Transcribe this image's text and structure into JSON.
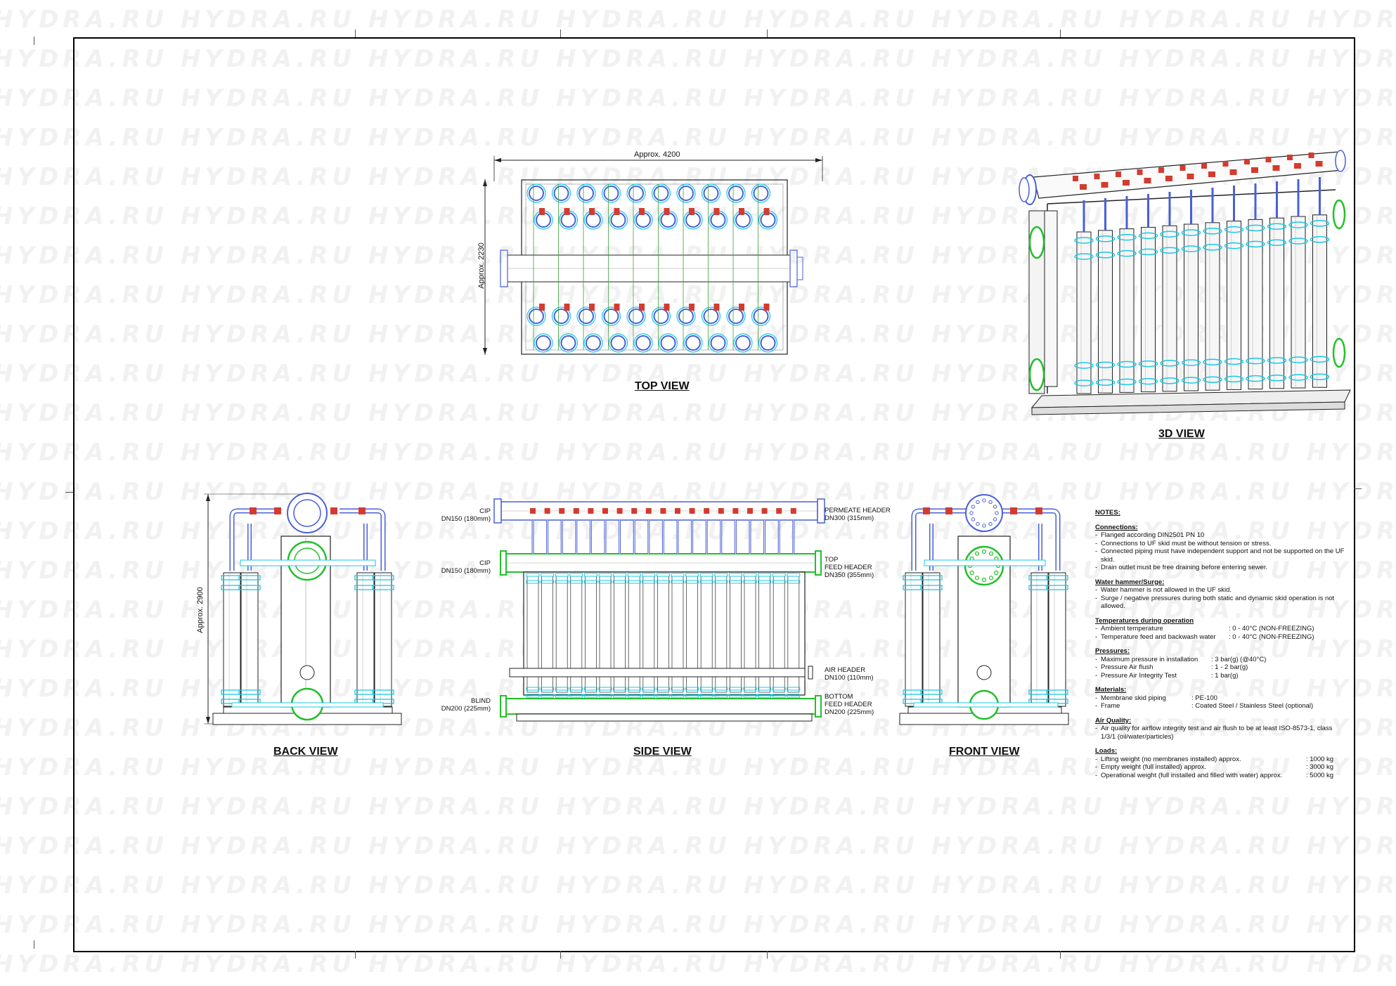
{
  "watermark": "HYDRA.RU HYDRA.RU HYDRA.RU HYDRA.RU HYDRA.RU HYDRA.RU HYDRA.RU HYDRA.RU HYDRA.RU",
  "views": {
    "top": {
      "title": "TOP VIEW",
      "dim_width": "Approx. 4200",
      "dim_height": "Approx. 2230"
    },
    "three_d": {
      "title": "3D VIEW"
    },
    "back": {
      "title": "BACK VIEW",
      "dim_height": "Approx. 2900"
    },
    "side": {
      "title": "SIDE VIEW",
      "labels": {
        "cip_top_1": "CIP",
        "cip_top_2": "DN150 (180mm)",
        "cip_mid_1": "CIP",
        "cip_mid_2": "DN150 (180mm)",
        "blind_1": "BLIND",
        "blind_2": "DN200 (225mm)",
        "permeate_1": "PERMEATE HEADER",
        "permeate_2": "DN300 (315mm)",
        "topfeed_1": "TOP",
        "topfeed_2": "FEED HEADER",
        "topfeed_3": "DN350 (355mm)",
        "air_1": "AIR HEADER",
        "air_2": "DN100 (110mm)",
        "bottom_1": "BOTTOM",
        "bottom_2": "FEED HEADER",
        "bottom_3": "DN200 (225mm)"
      }
    },
    "front": {
      "title": "FRONT VIEW"
    }
  },
  "notes": {
    "title": "NOTES:",
    "connections": {
      "heading": "Connections:",
      "items": [
        "Flanged according DIN2501 PN 10",
        "Connections to UF skid must be without tension or stress.",
        "Connected piping must have independent support and not be supported on the UF skid.",
        "Drain outlet must be free draining before entering sewer."
      ]
    },
    "water_hammer": {
      "heading": "Water hammer/Surge:",
      "items": [
        "Water hammer is not allowed in the UF skid.",
        "Surge / negative pressures during both static and dynamic skid operation is not allowed."
      ]
    },
    "temperatures": {
      "heading": "Temperatures during operation",
      "rows": [
        {
          "k": "Ambient temperature",
          "v": ": 0 - 40°C (NON-FREEZING)"
        },
        {
          "k": "Temperature feed and backwash water",
          "v": ": 0 - 40°C (NON-FREEZING)"
        }
      ]
    },
    "pressures": {
      "heading": "Pressures:",
      "rows": [
        {
          "k": "Maximum pressure in installation",
          "v": ": 3 bar(g) (@40°C)"
        },
        {
          "k": "Pressure Air flush",
          "v": ": 1 - 2 bar(g)"
        },
        {
          "k": "Pressure Air Integrity Test",
          "v": ": 1 bar(g)"
        }
      ]
    },
    "materials": {
      "heading": "Materials:",
      "rows": [
        {
          "k": "Membrane skid piping",
          "v": ": PE-100"
        },
        {
          "k": "Frame",
          "v": ": Coated Steel / Stainless Steel (optional)"
        }
      ]
    },
    "air_quality": {
      "heading": "Air Quality:",
      "items": [
        "Air quality for airflow integrity test and air flush to be at least ISO-8573-1, class 1/3/1 (oil/water/particles)"
      ]
    },
    "loads": {
      "heading": "Loads:",
      "rows": [
        {
          "k": "Lifting weight (no membranes installed) approx.",
          "v": ": 1000 kg"
        },
        {
          "k": "Empty weight (full installed) approx.",
          "v": ": 3000 kg"
        },
        {
          "k": "Operational weight (full installed and filled with water) approx.",
          "v": ": 5000 kg"
        }
      ]
    }
  },
  "colors": {
    "pipe_blue": "#4a5fd6",
    "header_green": "#22c02a",
    "fitting_cyan": "#19c8e6",
    "valve_red": "#d43b2f",
    "line": "#222222"
  }
}
